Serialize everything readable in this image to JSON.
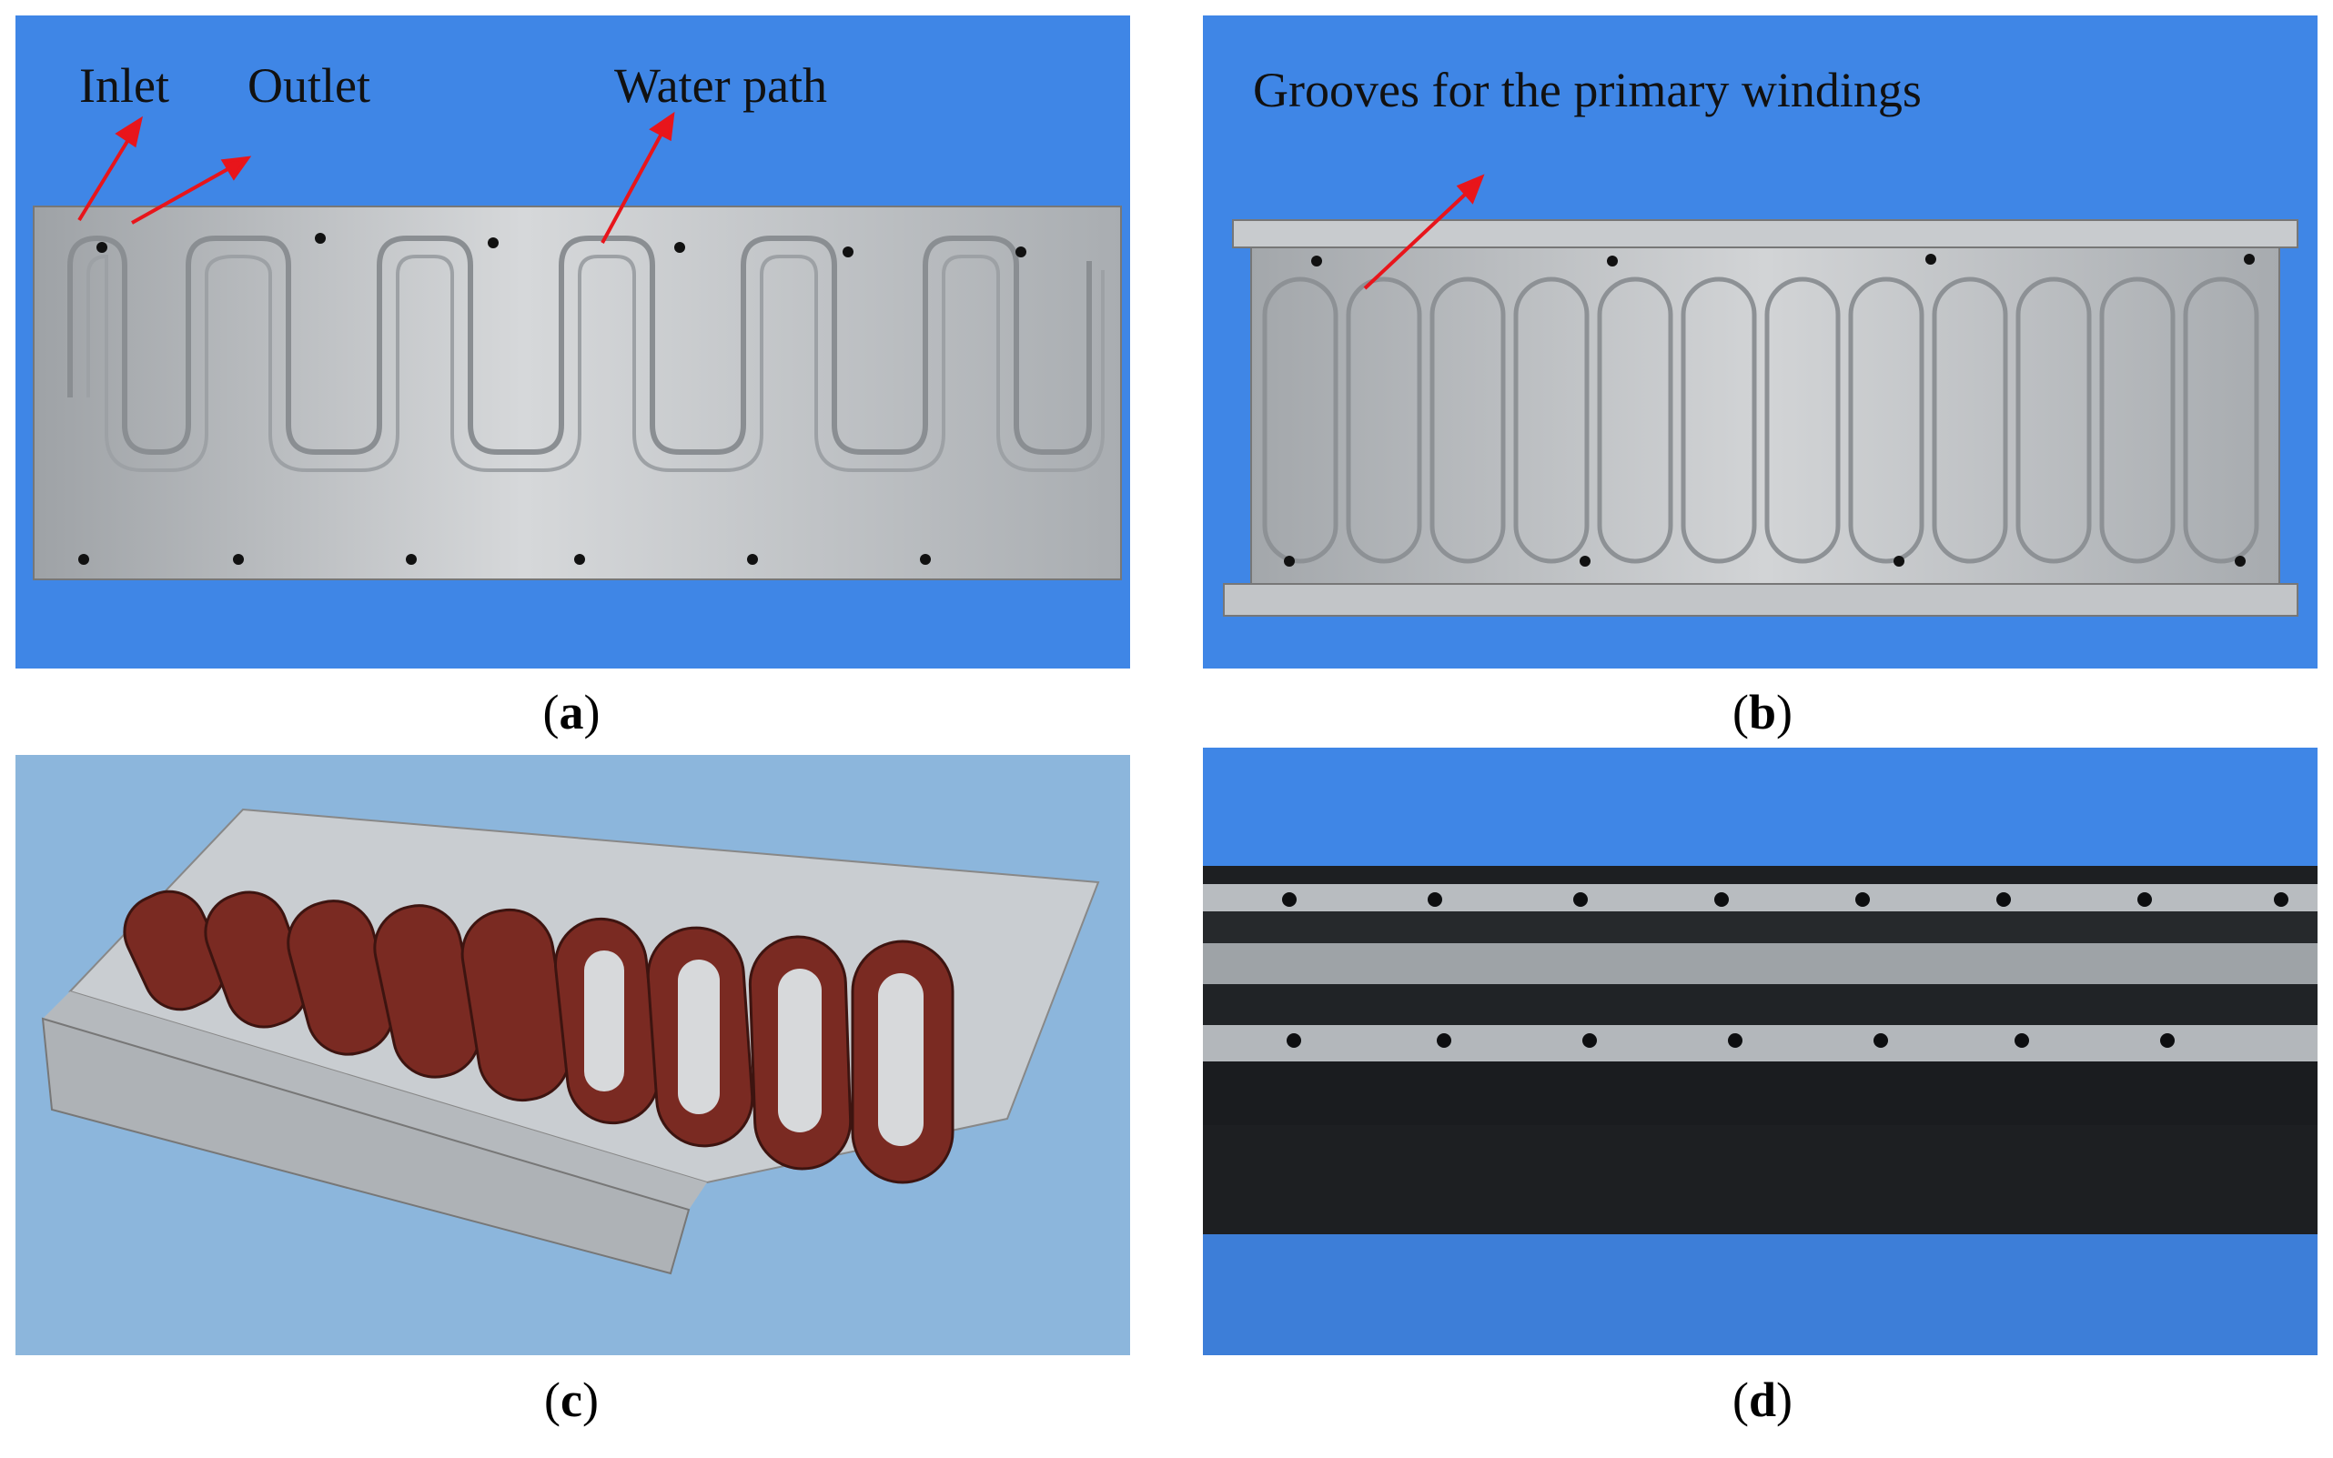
{
  "panels": {
    "a": {
      "caption_letter": "a",
      "annotations": {
        "inlet": "Inlet",
        "outlet": "Outlet",
        "water_path": "Water path"
      }
    },
    "b": {
      "caption_letter": "b",
      "annotations": {
        "grooves": "Grooves for the primary windings"
      }
    },
    "c": {
      "caption_letter": "c"
    },
    "d": {
      "caption_letter": "d"
    }
  },
  "colors": {
    "background_blue": "#3f86e6",
    "plate_silver": "#b9bcc0",
    "arrow_red": "#e8151b",
    "coil_copper": "#7a2a22",
    "cloth_blue": "#8cb6dc",
    "rail_black": "#1d1f22"
  }
}
